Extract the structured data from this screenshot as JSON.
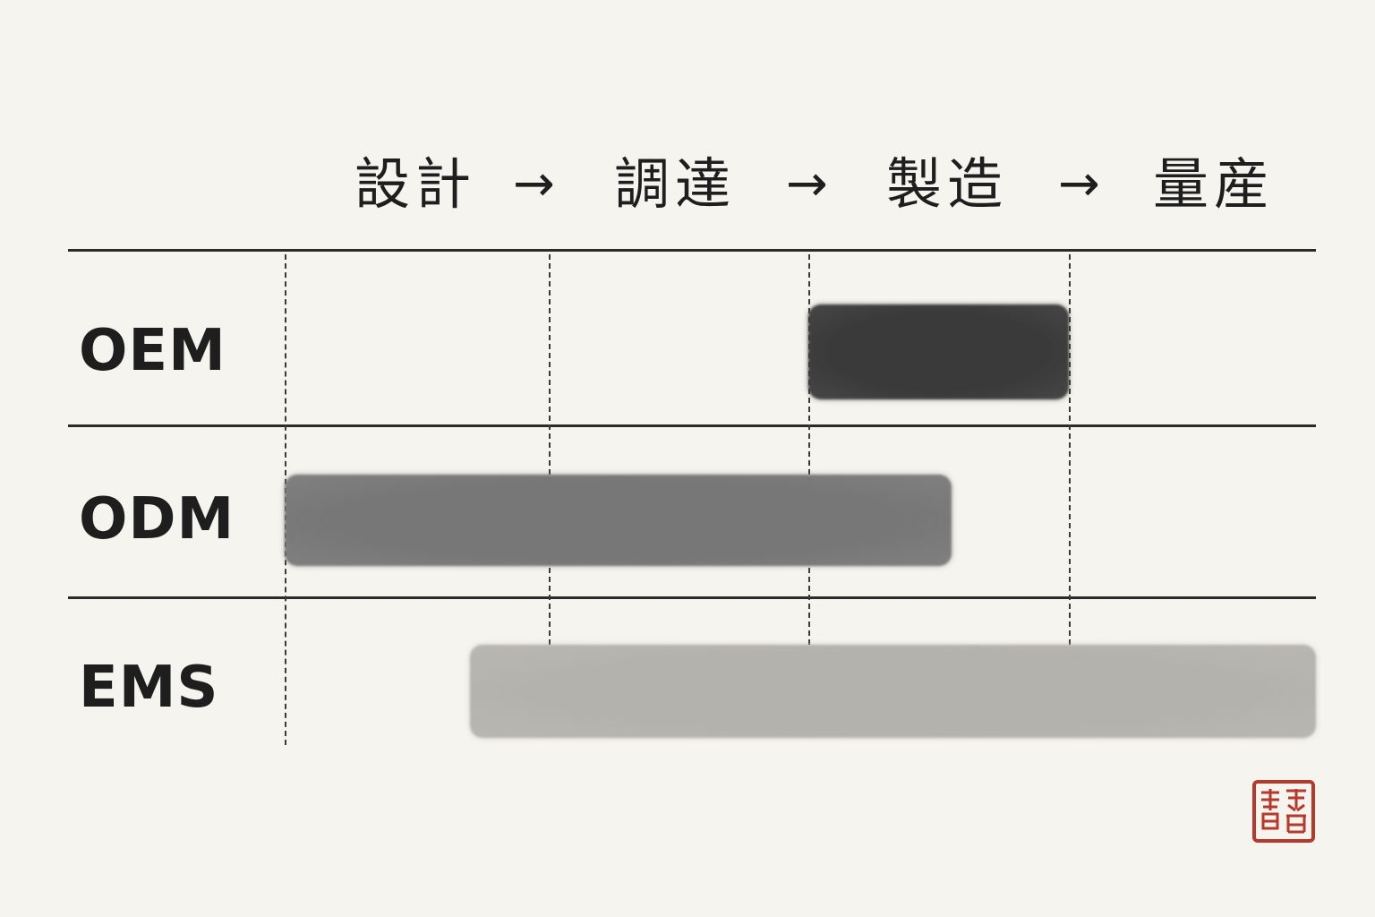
{
  "header": {
    "stages": [
      "設計",
      "調達",
      "製造",
      "量産"
    ],
    "arrow": "→"
  },
  "rows": [
    {
      "label": "OEM",
      "bar": {
        "start_stage": 2.0,
        "end_stage": 3.0,
        "tone": "#3a3a3a"
      }
    },
    {
      "label": "ODM",
      "bar": {
        "start_stage": 0.0,
        "end_stage": 2.55,
        "tone": "#777777"
      }
    },
    {
      "label": "EMS",
      "bar": {
        "start_stage": 0.7,
        "end_stage": 4.0,
        "tone": "#b4b2ad"
      }
    }
  ],
  "seal": {
    "characters": "",
    "color": "#b8392b"
  }
}
